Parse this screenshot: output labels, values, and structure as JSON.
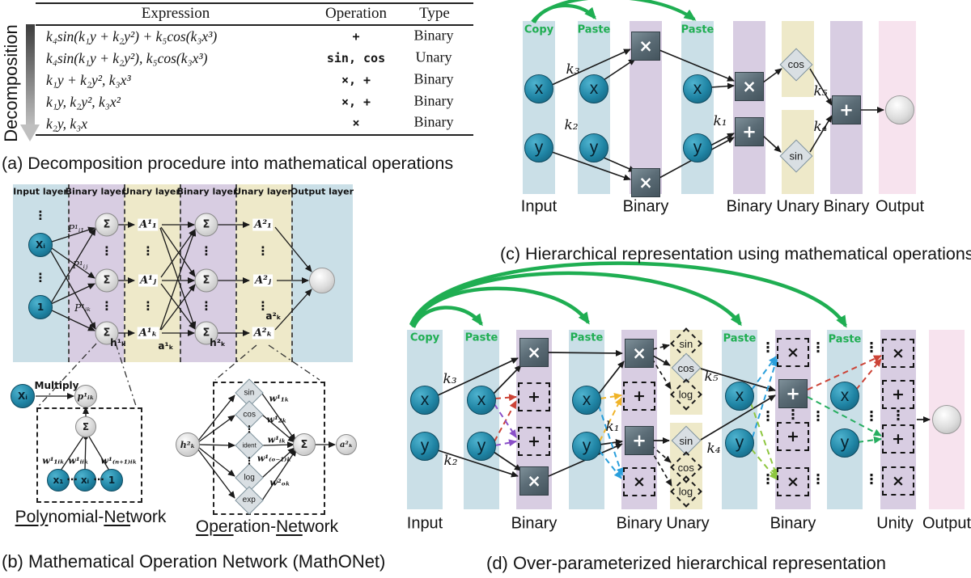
{
  "glyphs": {
    "x": "x",
    "y": "y",
    "times": "×",
    "plus": "+",
    "sigma": "Σ",
    "vdots": "⋮",
    "hdots": "⋯"
  },
  "panel_a": {
    "decomposition_label": "Decomposition",
    "table": {
      "headers": [
        "Expression",
        "Operation",
        "Type"
      ],
      "rows": [
        {
          "expression": "k₄sin(k₁y + k₂y²) + k₅cos(k₃x³)",
          "operation": "+",
          "type": "Binary"
        },
        {
          "expression": "k₄sin(k₁y + k₂y²), k₅cos(k₃x³)",
          "operation": "sin, cos",
          "type": "Unary"
        },
        {
          "expression": "k₁y + k₂y², k₃x³",
          "operation": "×, +",
          "type": "Binary"
        },
        {
          "expression": "k₁y, k₂y², k₃x²",
          "operation": "×, +",
          "type": "Binary"
        },
        {
          "expression": "k₂y, k₃x",
          "operation": "×",
          "type": "Binary"
        }
      ]
    },
    "caption": "(a) Decomposition procedure into mathematical operations"
  },
  "panel_b": {
    "layer_headers": [
      "Input layer",
      "Binary layer",
      "Unary layer",
      "Binary layer",
      "Unary layer",
      "Output layer"
    ],
    "input_node": "Xᵢ",
    "bias_node": "1",
    "p_labels": [
      "P¹ᵢ₁",
      "P¹ᵢⱼ",
      "P¹ᵢₖ"
    ],
    "a1_labels": [
      "A¹₁",
      "A¹ⱼ",
      "A¹ₖ"
    ],
    "a2_labels": [
      "A²₁",
      "A²ⱼ",
      "A²ₖ"
    ],
    "h1k": "h¹ₖ",
    "a1k": "a¹ₖ",
    "h2k": "h²ₖ",
    "a2k": "a²ₖ",
    "poly": {
      "source": "Xᵢ",
      "multiply": "Multiply",
      "target": "p¹ᵢₖ",
      "weights": [
        "w¹₁ᵢₖ",
        "w¹ᵢᵢₖ",
        "w¹₍ₙ₊₁₎ᵢₖ"
      ],
      "inputs": [
        "x₁",
        "xᵢ",
        "1"
      ],
      "title_u1": "Poly",
      "title_m": "nomial-",
      "title_u2": "Net",
      "title_end": "work"
    },
    "opnet": {
      "source": "h²ₖ",
      "ops": [
        "sin",
        "cos",
        "ident",
        "log",
        "exp"
      ],
      "weights": [
        "w¹₁ₖ",
        "w¹₂ₖ",
        "w¹ᵢₖ",
        "w¹₍ₒ₋₁₎ₖ",
        "w²ₒₖ"
      ],
      "output": "a²ₖ",
      "title_u1": "Oper",
      "title_m": "ation-",
      "title_u2": "Net",
      "title_end": "work"
    },
    "caption": "(b) Mathematical Operation Network (MathONet)"
  },
  "panel_c": {
    "copy_label": "Copy",
    "paste_label": "Paste",
    "unary_ops": {
      "cos": "cos",
      "sin": "sin"
    },
    "k_labels": {
      "k1": "k₁",
      "k2": "k₂",
      "k3": "k₃",
      "k4": "k₄",
      "k5": "k₅"
    },
    "bottom_labels": [
      "Input",
      "Binary",
      "Binary",
      "Unary",
      "Binary",
      "Output"
    ],
    "caption": "(c) Hierarchical representation using mathematical operations"
  },
  "panel_d": {
    "copy_label": "Copy",
    "paste_label": "Paste",
    "unary_top": [
      "sin",
      "cos",
      "log"
    ],
    "unary_bottom": [
      "sin",
      "cos",
      "log"
    ],
    "k_labels": {
      "k1": "k₁",
      "k2": "k₂",
      "k3": "k₃",
      "k4": "k₄",
      "k5": "k₅"
    },
    "bottom_labels": [
      "Input",
      "Binary",
      "Binary",
      "Unary",
      "Binary",
      "Unity",
      "Output"
    ],
    "caption": "(d) Over-parameterized hierarchical representation"
  },
  "colors": {
    "band_blue": "#cadfe7",
    "band_purple": "#d8cde2",
    "band_yellow": "#eee9c9",
    "band_pink": "#f7e3ee",
    "node_teal": "#1f84a4",
    "op_slate": "#5b6c76",
    "accent_green": "#1fae52",
    "arrow_red": "#cc4336",
    "arrow_purple": "#8a4fc8",
    "arrow_yellow": "#f0b429",
    "arrow_blue": "#2a9fdc",
    "arrow_lightgreen": "#8dc63f",
    "arrow_green": "#27ae60"
  }
}
